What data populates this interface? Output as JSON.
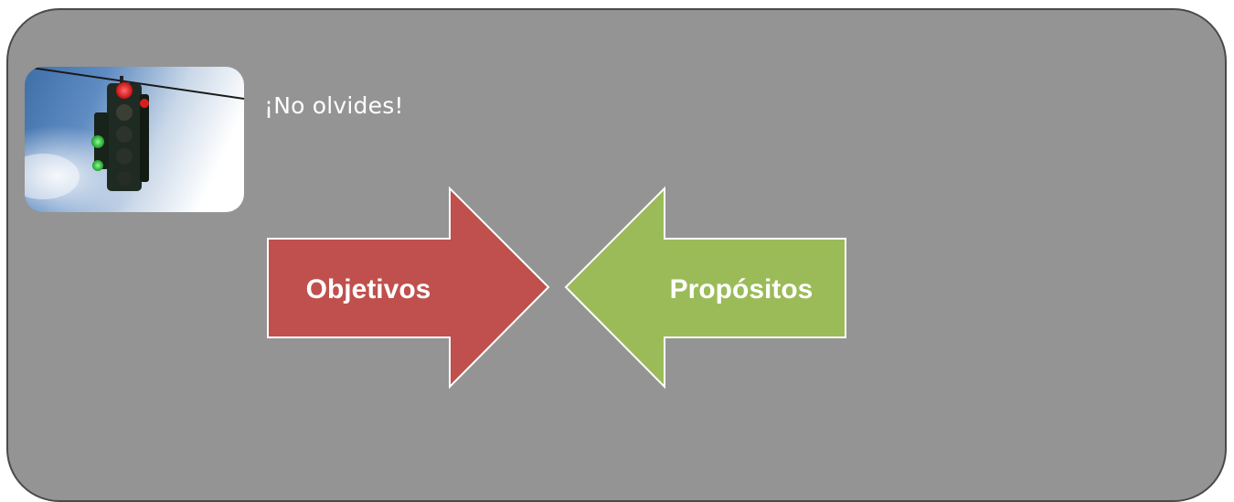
{
  "slide": {
    "heading": "¡No olvides!"
  },
  "arrows": {
    "left_label": "Objetivos",
    "right_label": "Propósitos",
    "left_color": "#c0504d",
    "right_color": "#9bbb59"
  },
  "colors": {
    "panel_background": "#949494",
    "panel_border": "#4a4a4a"
  },
  "image": {
    "icon": "traffic-light"
  }
}
